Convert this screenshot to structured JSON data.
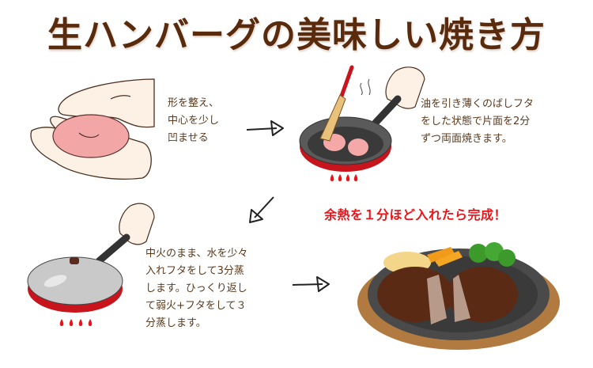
{
  "title": "生ハンバーグの美味しい焼き方",
  "steps": [
    {
      "text": "形を整え、\n中心を少し\n凹ませる",
      "illustration": "hands-shaping-patty"
    },
    {
      "text": "油を引き薄くのばしフタ\nをした状態で片面を2分\nずつ両面焼きます。",
      "illustration": "frying-pan-with-spatula"
    },
    {
      "text": "中火のまま、水を少々\n入れフタをして3分蒸\nします。ひっくり返し\nて弱火+フタをして３\n分蒸します。",
      "illustration": "covered-frying-pan"
    }
  ],
  "finish_text": "余熱を１分ほど入れたら完成！",
  "final_illustration": "hamburg-steak-on-sizzling-plate",
  "arrows": [
    "arrow-right",
    "arrow-down-left",
    "arrow-right"
  ],
  "colors": {
    "title": "#5a2a0c",
    "body_text": "#5a3a1e",
    "accent_red": "#e8141a",
    "pan_red": "#c8141c"
  }
}
